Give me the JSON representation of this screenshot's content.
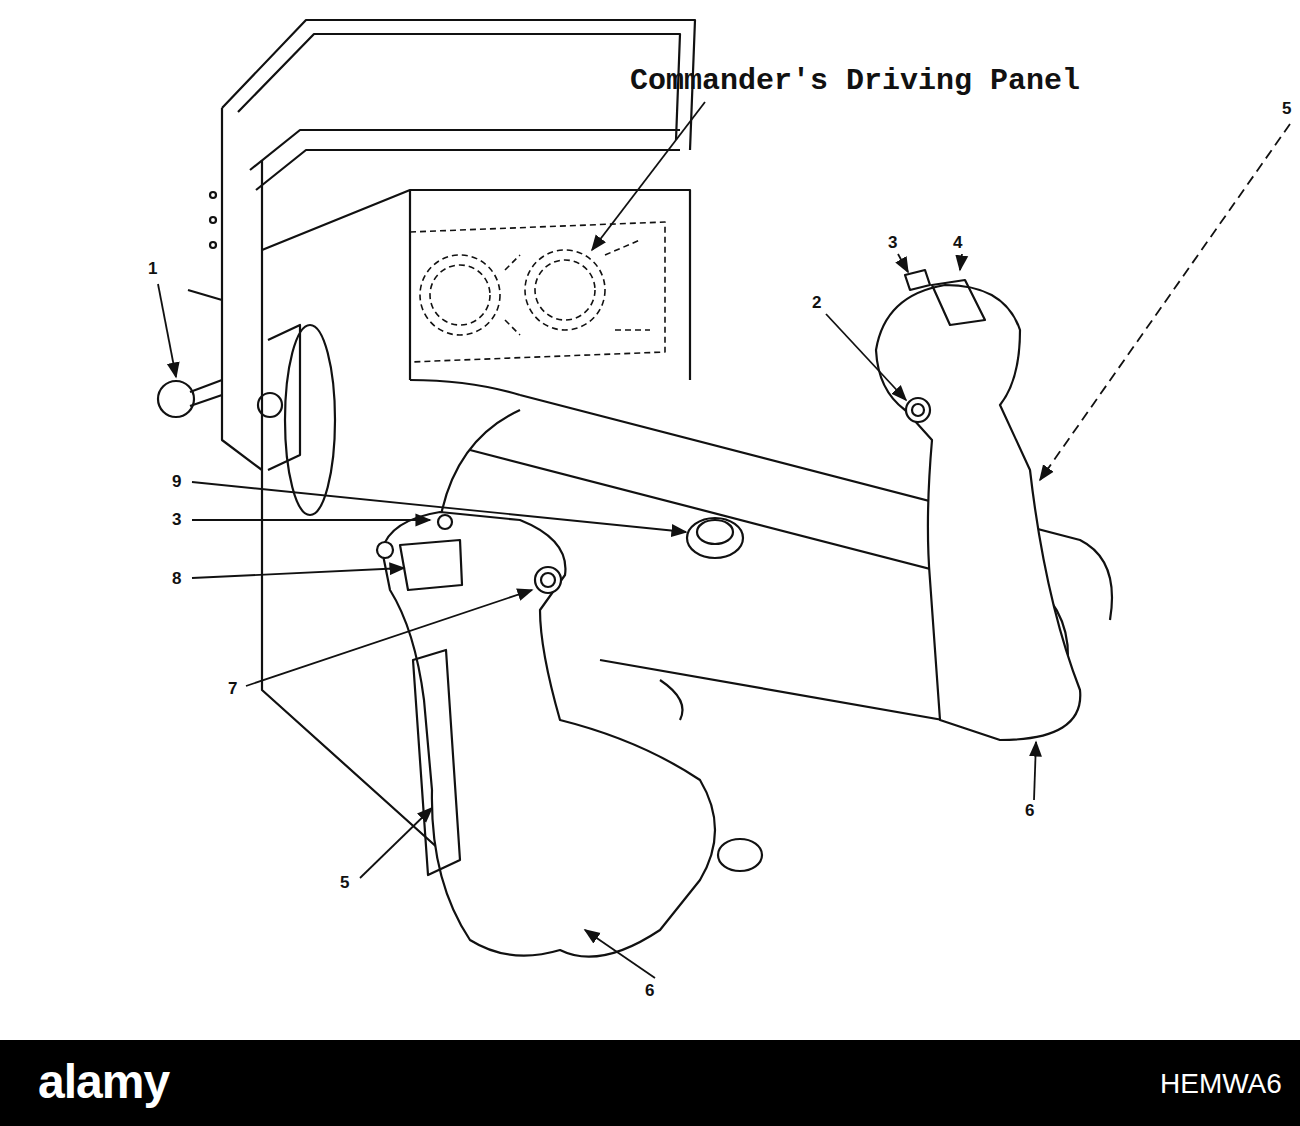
{
  "diagram": {
    "labels": [
      "Commander's Driving Panel",
      "1",
      "3",
      "4",
      "2",
      "5",
      "9",
      "3",
      "8",
      "7",
      "5",
      "6",
      "6",
      "alamy",
      "HEMWA6"
    ]
  }
}
